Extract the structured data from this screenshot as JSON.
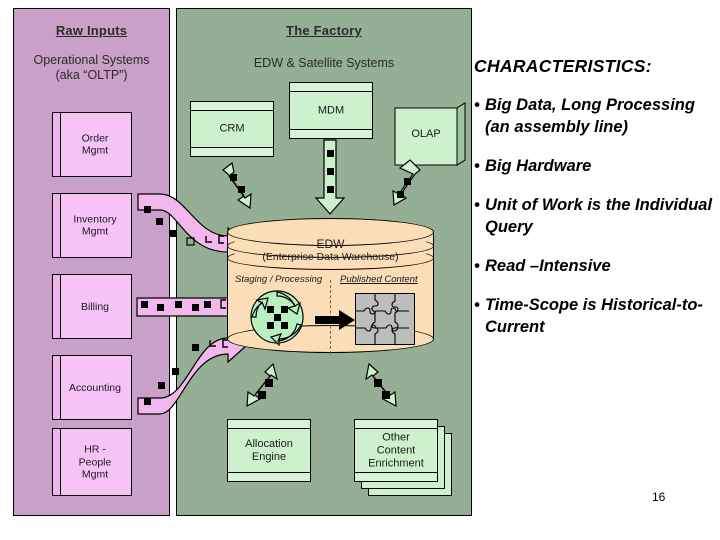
{
  "slide": {
    "page_number": "16"
  },
  "raw_panel": {
    "title": "Raw Inputs",
    "subtitle_line1": "Operational Systems",
    "subtitle_line2": "(aka “OLTP”)",
    "bg_color": "#c9a0c8",
    "items": [
      {
        "label": "Order\nMgmt"
      },
      {
        "label": "Inventory\nMgmt"
      },
      {
        "label": "Billing"
      },
      {
        "label": "Accounting"
      },
      {
        "label": "HR -\nPeople\nMgmt"
      }
    ]
  },
  "factory_panel": {
    "title": "The Factory",
    "subtitle": "EDW & Satellite Systems",
    "bg_color": "#95af95",
    "top_systems": [
      {
        "label": "CRM"
      },
      {
        "label": "MDM"
      },
      {
        "label": "OLAP"
      }
    ],
    "bottom_systems": [
      {
        "label": "Allocation\nEngine"
      },
      {
        "label": "Other\nContent\nEnrichment"
      }
    ]
  },
  "edw": {
    "title": "EDW",
    "subtitle": "(Enterprise Data Warehouse)",
    "left_section": "Staging / Processing",
    "right_section": "Published Content",
    "fill_color": "#fbddb8",
    "left_icon": "recycle-process-icon",
    "flow_icon": "black-right-arrow-icon",
    "right_icon": "puzzle-grid-icon"
  },
  "characteristics": {
    "heading": "CHARACTERISTICS:",
    "bullets": [
      "Big Data, Long Processing (an assembly line)",
      "Big Hardware",
      "Unit of Work is the Individual Query",
      "Read –Intensive",
      "Time-Scope is Historical-to-Current"
    ]
  },
  "connectors": {
    "pink_arrow_color": "#f2b8ee",
    "green_arrow_color": "#cdf0cd",
    "marker_color": "#000000",
    "pink_arrows": [
      "order-to-edw-arrow",
      "inventory-to-edw-arrow",
      "billing-to-edw-arrow",
      "accounting-to-edw-arrow"
    ],
    "green_arrows": [
      "crm-edw-bidirectional-arrow",
      "mdm-edw-down-arrow",
      "olap-edw-up-arrow",
      "allocation-engine-edw-arrow",
      "other-content-enrichment-edw-arrow"
    ]
  }
}
